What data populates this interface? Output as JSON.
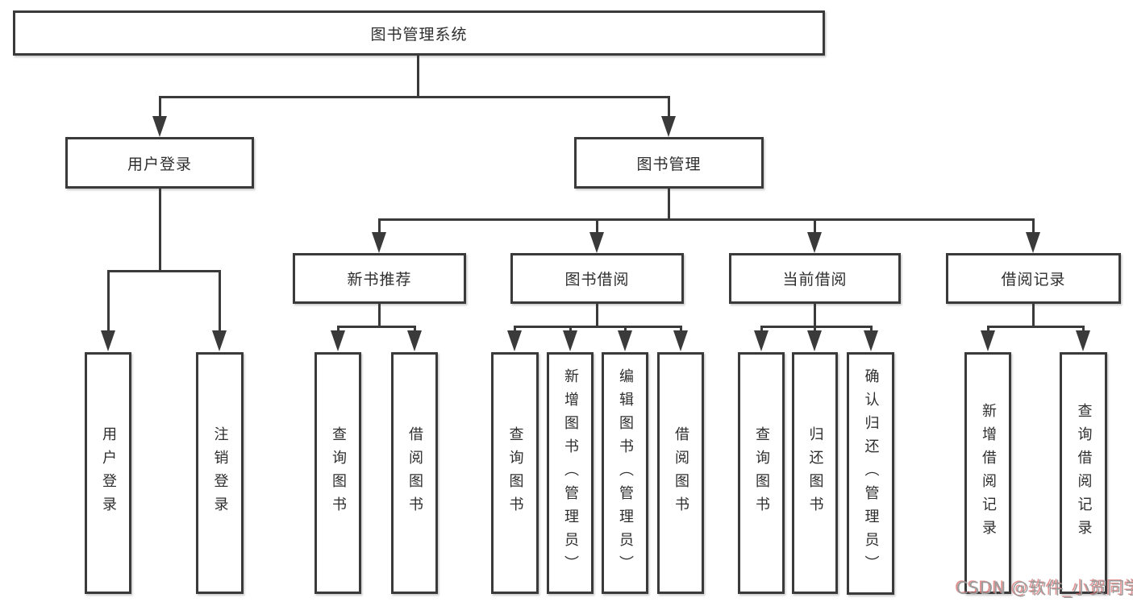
{
  "nodes": {
    "root": "图书管理系统",
    "user_login": "用户登录",
    "book_management": "图书管理",
    "new_book_recommend": "新书推荐",
    "book_borrow": "图书借阅",
    "current_borrow": "当前借阅",
    "borrow_record": "借阅记录",
    "leaf_user_login": "用户登录",
    "leaf_logout": "注销登录",
    "leaf_nbr_query_book": "查询图书",
    "leaf_nbr_borrow_book": "借阅图书",
    "leaf_bb_query_book": "查询图书",
    "leaf_bb_add_book": "新增图书（管理员）",
    "leaf_bb_edit_book": "编辑图书（管理员）",
    "leaf_bb_borrow_book": "借阅图书",
    "leaf_cb_query_book": "查询图书",
    "leaf_cb_return_book": "归还图书",
    "leaf_cb_confirm_return": "确认归还（管理员）",
    "leaf_br_add_record": "新增借阅记录",
    "leaf_br_query_record": "查询借阅记录"
  },
  "watermark": "CSDN @软件_小贺同学",
  "colors": {
    "line": "#3a3a3a",
    "text": "#2e2e2e",
    "watermark": "#9b9b9b",
    "watermark_shadow": "rgba(218,110,110,0.75)"
  }
}
